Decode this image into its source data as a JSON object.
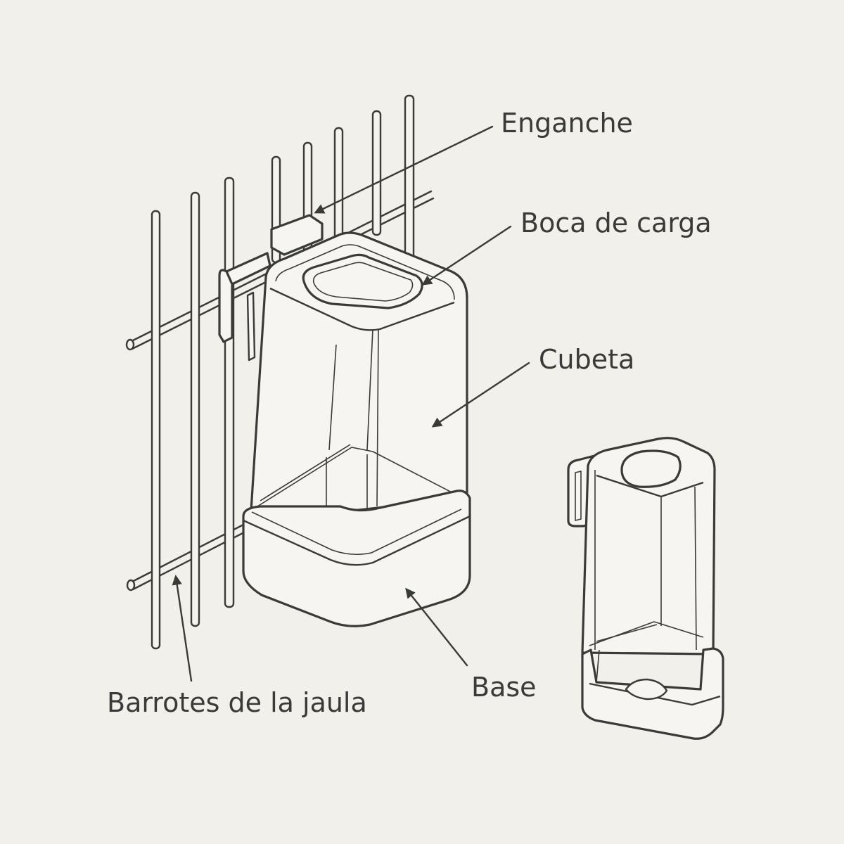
{
  "colors": {
    "background": "#f1f0eb",
    "line": "#3a3a38",
    "text": "#3a3a38",
    "rod_fill": "#f4f3ee",
    "body_fill": "#f6f5f1"
  },
  "labels": {
    "hook": "Enganche",
    "fill_opening": "Boca de carga",
    "reservoir": "Cubeta",
    "base": "Base",
    "cage_bars": "Barrotes de la jaula"
  }
}
